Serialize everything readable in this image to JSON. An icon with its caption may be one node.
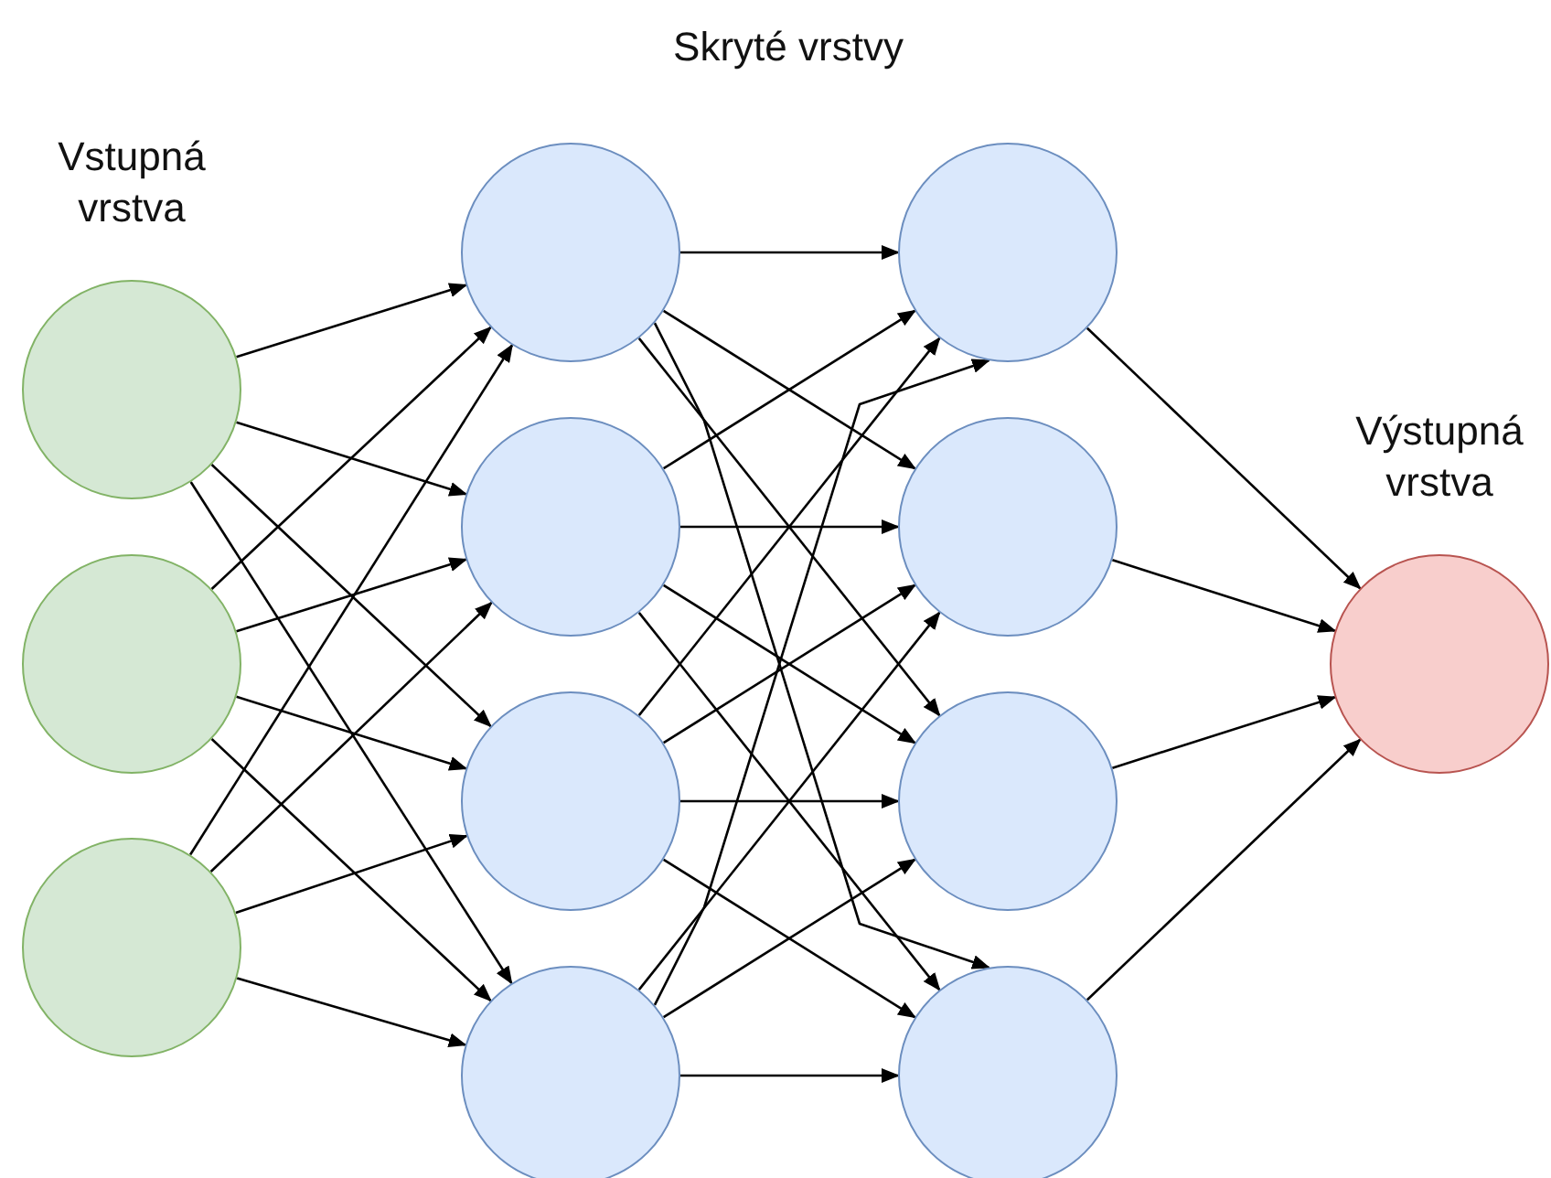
{
  "diagram": {
    "nodes": [
      {
        "text": [],
        "shape": "circle"
      },
      {
        "text": [],
        "shape": "circle"
      },
      {
        "text": [],
        "shape": "circle"
      },
      {
        "text": [],
        "shape": "circle"
      },
      {
        "text": [],
        "shape": "circle"
      },
      {
        "text": [],
        "shape": "circle"
      },
      {
        "text": [],
        "shape": "circle"
      },
      {
        "text": [],
        "shape": "circle"
      },
      {
        "text": [],
        "shape": "circle"
      },
      {
        "text": [],
        "shape": "circle"
      },
      {
        "text": [],
        "shape": "circle"
      },
      {
        "text": [],
        "shape": "circle"
      }
    ],
    "edges": [
      {
        "from": 0,
        "to": 3,
        "arrow": "to"
      },
      {
        "from": 0,
        "to": 4,
        "arrow": "to"
      },
      {
        "from": 0,
        "to": 5,
        "arrow": "to"
      },
      {
        "from": 0,
        "to": 6,
        "arrow": "to"
      },
      {
        "from": 1,
        "to": 3,
        "arrow": "to"
      },
      {
        "from": 1,
        "to": 4,
        "arrow": "to"
      },
      {
        "from": 1,
        "to": 5,
        "arrow": "to"
      },
      {
        "from": 1,
        "to": 6,
        "arrow": "to"
      },
      {
        "from": 2,
        "to": 3,
        "arrow": "to"
      },
      {
        "from": 2,
        "to": 4,
        "arrow": "to"
      },
      {
        "from": 2,
        "to": 5,
        "arrow": "to"
      },
      {
        "from": 2,
        "to": 6,
        "arrow": "to"
      },
      {
        "from": 3,
        "to": 7,
        "arrow": "to"
      },
      {
        "from": 3,
        "to": 8,
        "arrow": "to"
      },
      {
        "from": 3,
        "to": 9,
        "arrow": "to"
      },
      {
        "from": 3,
        "to": 10,
        "arrow": "to"
      },
      {
        "from": 4,
        "to": 7,
        "arrow": "to"
      },
      {
        "from": 4,
        "to": 8,
        "arrow": "to"
      },
      {
        "from": 4,
        "to": 9,
        "arrow": "to"
      },
      {
        "from": 4,
        "to": 10,
        "arrow": "to"
      },
      {
        "from": 5,
        "to": 7,
        "arrow": "to"
      },
      {
        "from": 5,
        "to": 8,
        "arrow": "to"
      },
      {
        "from": 5,
        "to": 9,
        "arrow": "to"
      },
      {
        "from": 5,
        "to": 10,
        "arrow": "to"
      },
      {
        "from": 6,
        "to": 7,
        "arrow": "to"
      },
      {
        "from": 6,
        "to": 8,
        "arrow": "to"
      },
      {
        "from": 6,
        "to": 9,
        "arrow": "to"
      },
      {
        "from": 6,
        "to": 10,
        "arrow": "to"
      },
      {
        "from": 7,
        "to": 11,
        "arrow": "to"
      },
      {
        "from": 8,
        "to": 11,
        "arrow": "to"
      },
      {
        "from": 9,
        "to": 11,
        "arrow": "to"
      },
      {
        "from": 10,
        "to": 11,
        "arrow": "to"
      }
    ],
    "labels": [
      "Skryté vrstvy",
      "Vstupná vrstva",
      "Výstupná vrstva"
    ]
  }
}
